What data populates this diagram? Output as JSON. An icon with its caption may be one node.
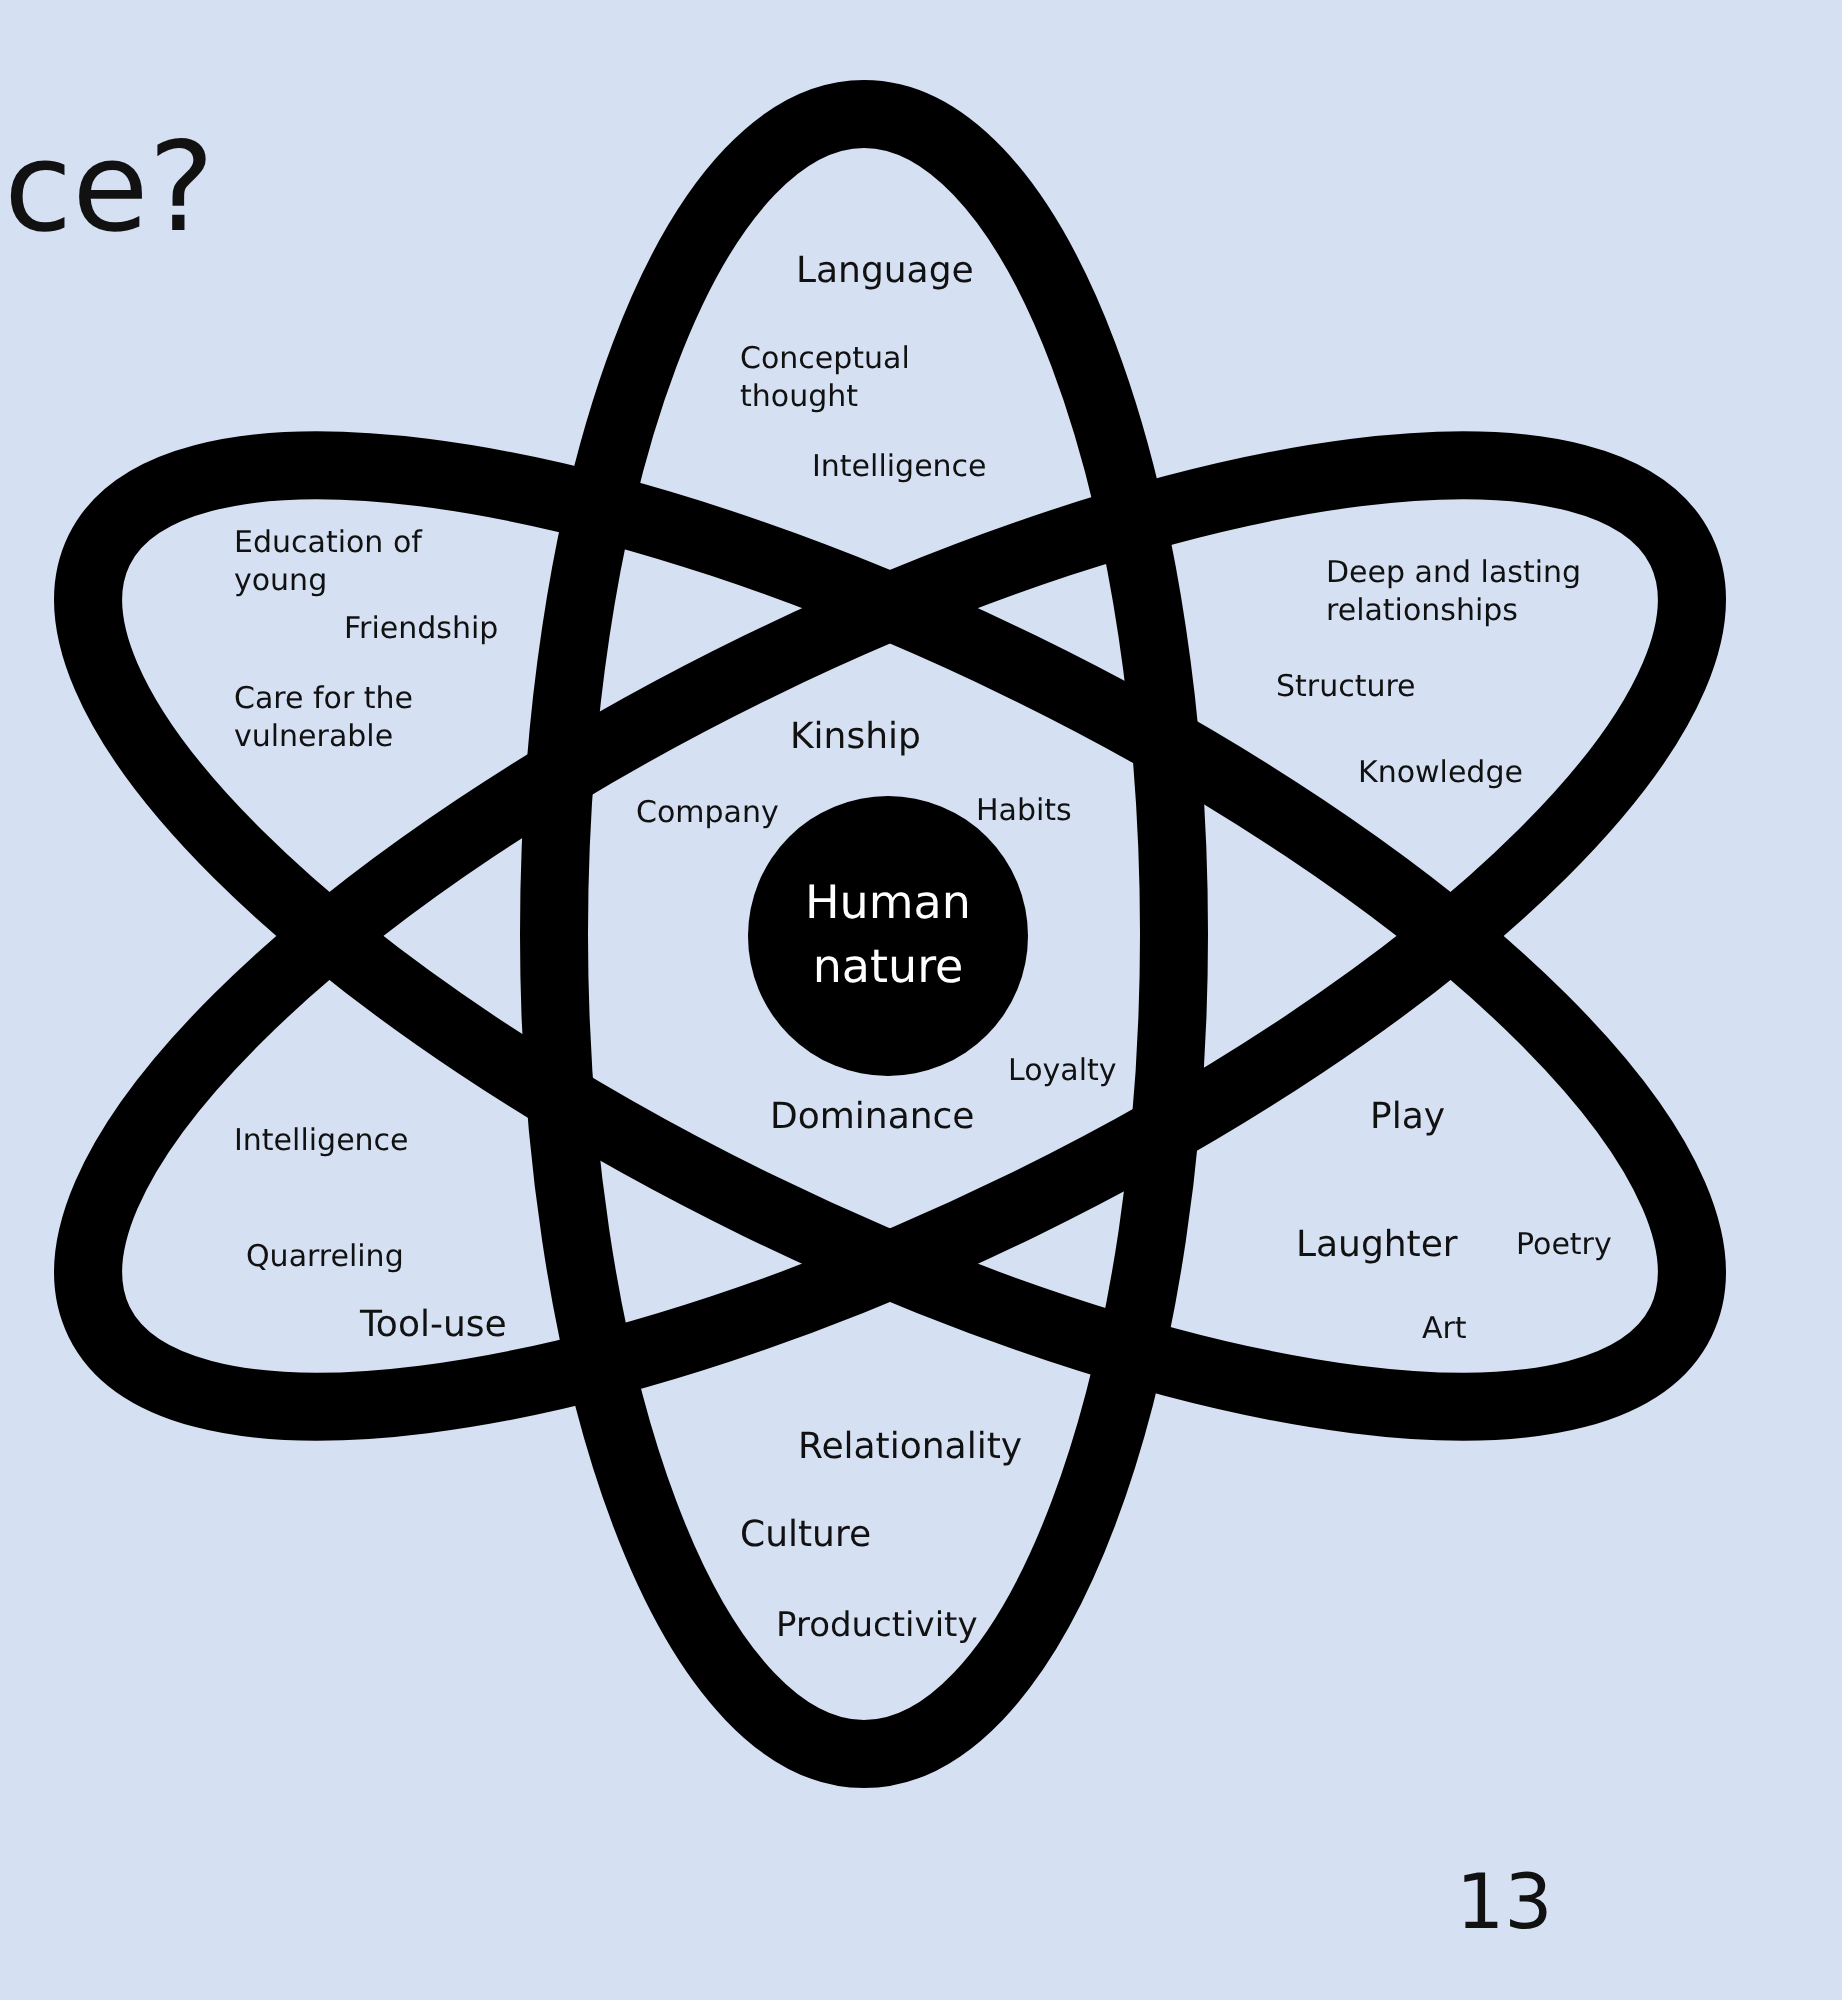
{
  "diagram": {
    "nodes": [
      {
        "text": [
          "Human nature"
        ]
      }
    ],
    "labels": [
      "ce?",
      "Language",
      "Conceptual thought",
      "Intelligence",
      "Education of young",
      "Deep and lasting relationships",
      "Friendship",
      "Structure",
      "Care for the vulnerable",
      "Kinship",
      "Knowledge",
      "Company",
      "Habits",
      "Loyalty",
      "Dominance",
      "Play",
      "Intelligence",
      "Quarreling",
      "Laughter",
      "Poetry",
      "Tool-use",
      "Art",
      "Relationality",
      "Culture",
      "Productivity",
      "13"
    ]
  }
}
